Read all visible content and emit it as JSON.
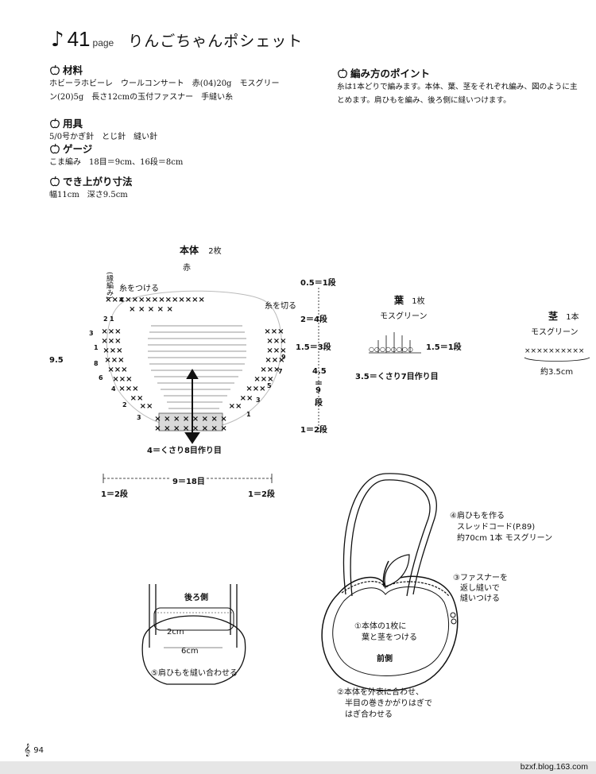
{
  "header": {
    "page_num": "41",
    "page_word": "page",
    "title": "りんごちゃんポシェット"
  },
  "materials": {
    "heading": "材料",
    "line1": "ホビーラホビーレ　ウールコンサート　赤(04)20g　モスグリー",
    "line2": "ン(20)5g　長さ12cmの玉付ファスナー　手縫い糸"
  },
  "tools": {
    "heading": "用具",
    "text": "5/0号かぎ針　とじ針　縫い針"
  },
  "gauge": {
    "heading": "ゲージ",
    "text": "こま編み　18目＝9cm、16段＝8cm"
  },
  "finished": {
    "heading": "でき上がり寸法",
    "text": "幅11cm　深さ9.5cm"
  },
  "points": {
    "heading": "編み方のポイント",
    "line1": "糸は1本どりで編みます。本体、葉、茎をそれぞれ編み、図のように主",
    "line2": "とめます。肩ひもを編み、後ろ側に縫いつけます。"
  },
  "body_chart": {
    "title": "本体",
    "count": "2枚",
    "color": "赤",
    "label_attach": "糸をつける",
    "label_cut": "糸を切る",
    "label_edge": "(縁編み)",
    "height": "9.5",
    "base": "4＝くさり8目作り目",
    "width": "9＝18目",
    "left_edge": "1＝2段",
    "right_edge": "1＝2段",
    "rows": [
      "0.5＝1段",
      "2＝4段",
      "1.5＝3段",
      "4.5",
      "＝",
      "9",
      "段",
      "1＝2段"
    ]
  },
  "leaf": {
    "title": "葉",
    "count": "1枚",
    "color": "モスグリーン",
    "rows": "1.5＝1段",
    "base": "3.5＝くさり7目作り目"
  },
  "stem": {
    "title": "茎",
    "count": "1本",
    "color": "モスグリーン",
    "length": "約3.5cm"
  },
  "back": {
    "title": "後ろ側",
    "dim_a": "2cm",
    "dim_b": "6cm",
    "step5": "⑤肩ひもを縫い合わせる"
  },
  "front": {
    "title": "前側",
    "step1a": "①本体の1枚に",
    "step1b": "葉と茎をつける",
    "step2a": "②本体を外表に合わせ、",
    "step2b": "半目の巻きかがりはぎで",
    "step2c": "はぎ合わせる",
    "step3a": "③ファスナーを",
    "step3b": "返し縫いで",
    "step3c": "縫いつける",
    "step4a": "④肩ひもを作る",
    "step4b": "スレッドコード(P.89)",
    "step4c": "約70cm 1本 モスグリーン"
  },
  "footer": {
    "page": "94",
    "url": "bzxf.blog.163.com"
  },
  "colors": {
    "ink": "#111111",
    "footer_bar": "#e6e6e6"
  }
}
